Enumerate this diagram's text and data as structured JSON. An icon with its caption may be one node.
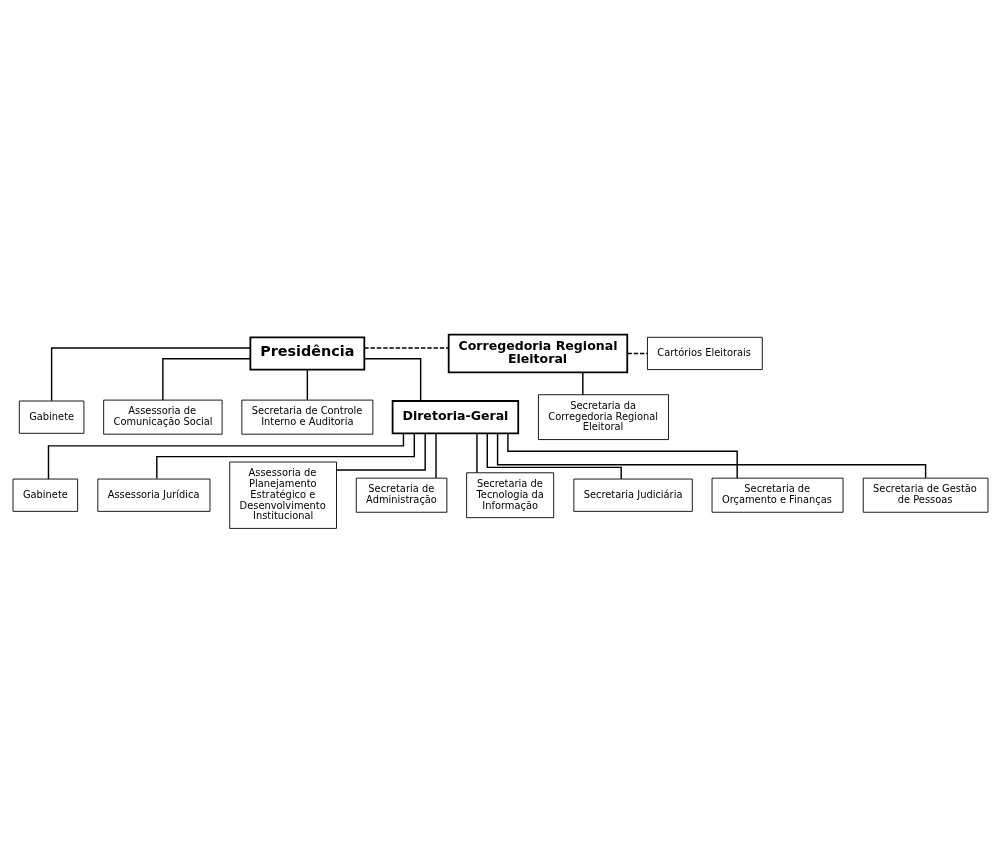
{
  "diagram": {
    "nodes": [
      {
        "text": [
          "Presidência"
        ]
      },
      {
        "text": [
          "Corregedoria Regional Eleitoral"
        ]
      },
      {
        "text": [
          "Cartórios Eleitorais"
        ]
      },
      {
        "text": [
          "Gabinete"
        ]
      },
      {
        "text": [
          "Assessoria de Comunicação Social"
        ]
      },
      {
        "text": [
          "Secretaria da Corregedoria Regional Eleitoral"
        ]
      },
      {
        "text": [
          "Secretaria de Controle Interno e Auditoria"
        ]
      },
      {
        "text": [
          "Diretoria-Geral"
        ]
      },
      {
        "text": [
          "Gabinete"
        ]
      },
      {
        "text": [
          "Assessoria Jurídica"
        ]
      },
      {
        "text": [
          "Assessoria de Planejamento Estratégico e Desenvolvimento Institucional"
        ]
      },
      {
        "text": [
          "Secretaria de Administração"
        ]
      },
      {
        "text": [
          "Secretaria de Tecnologia da Informação"
        ]
      },
      {
        "text": [
          "Secretaria Judiciária"
        ]
      },
      {
        "text": [
          "Secretaria de Orçamento e Finanças"
        ]
      },
      {
        "text": [
          "Secretaria de Gestão de Pessoas"
        ]
      }
    ],
    "edges": [
      {
        "from": 0,
        "to": 1,
        "arrow": "none",
        "style": "dashed"
      },
      {
        "from": 1,
        "to": 2,
        "arrow": "none",
        "style": "dashed"
      },
      {
        "from": 0,
        "to": 3,
        "arrow": "none"
      },
      {
        "from": 0,
        "to": 4,
        "arrow": "none"
      },
      {
        "from": 1,
        "to": 5,
        "arrow": "none"
      },
      {
        "from": 0,
        "to": 6,
        "arrow": "none"
      },
      {
        "from": 0,
        "to": 7,
        "arrow": "none"
      },
      {
        "from": 7,
        "to": 8,
        "arrow": "none"
      },
      {
        "from": 7,
        "to": 9,
        "arrow": "none"
      },
      {
        "from": 7,
        "to": 10,
        "arrow": "none"
      },
      {
        "from": 7,
        "to": 11,
        "arrow": "none"
      },
      {
        "from": 7,
        "to": 12,
        "arrow": "none"
      },
      {
        "from": 7,
        "to": 13,
        "arrow": "none"
      },
      {
        "from": 7,
        "to": 14,
        "arrow": "none"
      },
      {
        "from": 7,
        "to": 15,
        "arrow": "none"
      }
    ]
  }
}
